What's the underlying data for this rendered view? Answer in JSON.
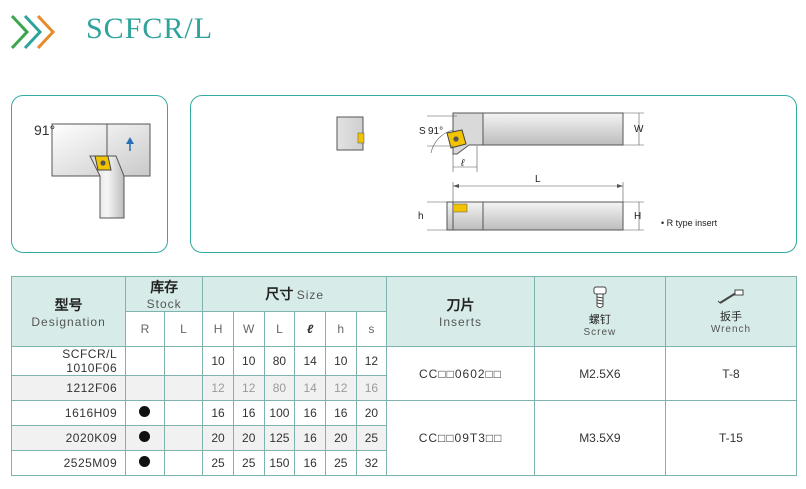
{
  "header": {
    "title": "SCFCR/L"
  },
  "diagram_left": {
    "angle_label": "91°"
  },
  "diagram_right": {
    "dim_S": "S",
    "dim_91": "91°",
    "dim_l": "ℓ",
    "dim_W": "W",
    "dim_L": "L",
    "dim_h": "h",
    "dim_H": "H",
    "note": "• R type insert"
  },
  "table": {
    "headers": {
      "designation_cn": "型号",
      "designation_en": "Designation",
      "stock_cn": "库存",
      "stock_en": "Stock",
      "stock_r": "R",
      "stock_l": "L",
      "size_cn": "尺寸",
      "size_en": "Size",
      "size_cols": [
        "H",
        "W",
        "L",
        "ℓ",
        "h",
        "s"
      ],
      "inserts_cn": "刀片",
      "inserts_en": "Inserts",
      "screw_cn": "螺钉",
      "screw_en": "Screw",
      "wrench_cn": "扳手",
      "wrench_en": "Wrench"
    },
    "rows": [
      {
        "designation": "SCFCR/L 1010F06",
        "stock_r": "",
        "stock_l": "",
        "H": "10",
        "W": "10",
        "L": "80",
        "l": "14",
        "h": "10",
        "s": "12"
      },
      {
        "designation": "1212F06",
        "stock_r": "",
        "stock_l": "",
        "H": "12",
        "W": "12",
        "L": "80",
        "l": "14",
        "h": "12",
        "s": "16"
      },
      {
        "designation": "1616H09",
        "stock_r": "●",
        "stock_l": "",
        "H": "16",
        "W": "16",
        "L": "100",
        "l": "16",
        "h": "16",
        "s": "20"
      },
      {
        "designation": "2020K09",
        "stock_r": "●",
        "stock_l": "",
        "H": "20",
        "W": "20",
        "L": "125",
        "l": "16",
        "h": "20",
        "s": "25"
      },
      {
        "designation": "2525M09",
        "stock_r": "●",
        "stock_l": "",
        "H": "25",
        "W": "25",
        "L": "150",
        "l": "16",
        "h": "25",
        "s": "32"
      }
    ],
    "groups": [
      {
        "insert": "CC□□0602□□",
        "screw": "M2.5X6",
        "wrench": "T-8"
      },
      {
        "insert": "CC□□09T3□□",
        "screw": "M3.5X9",
        "wrench": "T-15"
      }
    ]
  }
}
